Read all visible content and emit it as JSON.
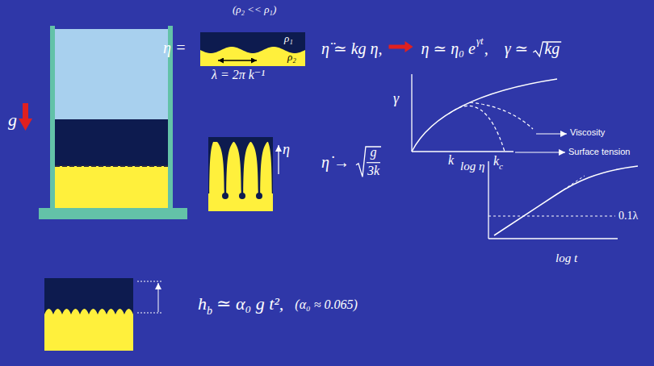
{
  "diagram": {
    "labels": [
      "(ρ₂ << ρ₁)",
      "η =",
      "ρ₁",
      "ρ₂",
      "λ = 2π k⁻¹",
      "η̈ ≃ kg η,",
      "η ≃ η₀ e",
      "γt",
      ",",
      "γ ≃",
      "kg",
      "γ",
      "k",
      "k",
      "c",
      "Viscosity",
      "Surface tension",
      "g",
      "η",
      "η̇ →",
      "g",
      "3k",
      "log η",
      "log t",
      "0.1λ",
      "h",
      "b",
      "≃ α₀ g t²,",
      "(α₀ ≈ 0.065)"
    ]
  }
}
